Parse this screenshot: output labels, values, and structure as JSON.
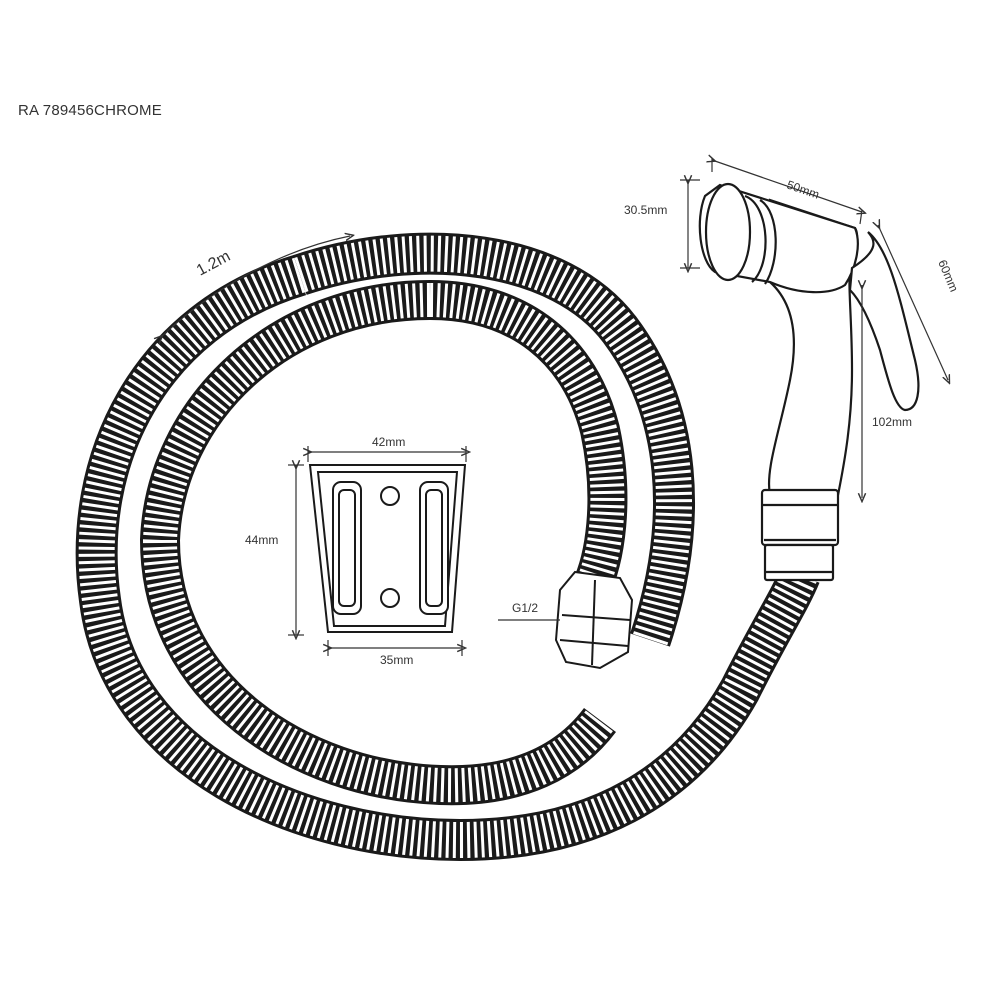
{
  "product": {
    "model_code": "RA 789456CHROME"
  },
  "dimensions": {
    "hose_length": "1.2m",
    "head_width": "50mm",
    "head_height": "30.5mm",
    "trigger_length": "60mm",
    "sprayer_length": "102mm",
    "bracket_top_width": "42mm",
    "bracket_height": "44mm",
    "bracket_bottom_width": "35mm",
    "thread_size": "G1/2"
  },
  "colors": {
    "line": "#1a1a1a",
    "background": "#ffffff"
  }
}
